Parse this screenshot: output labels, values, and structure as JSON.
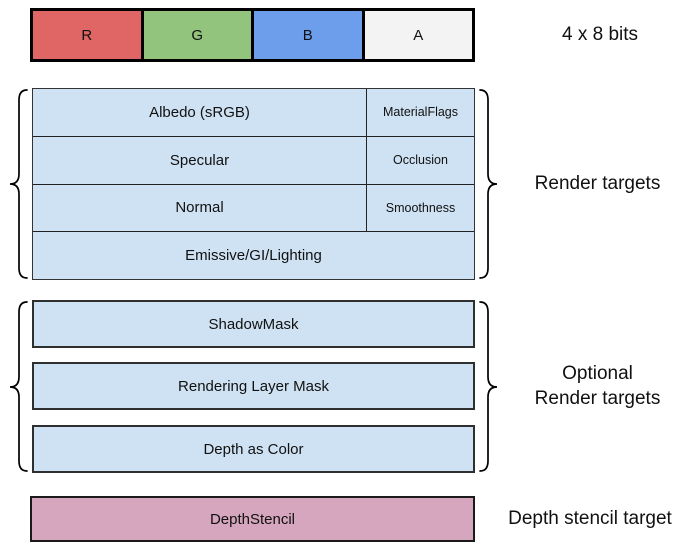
{
  "title_bar": {
    "channels": [
      {
        "label": "R",
        "color": "#e06666"
      },
      {
        "label": "G",
        "color": "#93c47d"
      },
      {
        "label": "B",
        "color": "#6d9eeb"
      },
      {
        "label": "A",
        "color": "#f3f3f3"
      }
    ],
    "bits_label": "4 x 8 bits"
  },
  "render_targets": {
    "label": "Render targets",
    "rows": [
      {
        "main": "Albedo (sRGB)",
        "alpha": "MaterialFlags"
      },
      {
        "main": "Specular",
        "alpha": "Occlusion"
      },
      {
        "main": "Normal",
        "alpha": "Smoothness"
      },
      {
        "main": "Emissive/GI/Lighting"
      }
    ]
  },
  "optional_render_targets": {
    "label_line1": "Optional",
    "label_line2": "Render targets",
    "rows": [
      "ShadowMask",
      "Rendering Layer Mask",
      "Depth as Color"
    ]
  },
  "depth_stencil": {
    "label": "DepthStencil",
    "side_label": "Depth stencil target",
    "color": "#d5a6bd"
  },
  "colors": {
    "target_fill": "#cfe2f3",
    "border_dark": "#000000"
  }
}
